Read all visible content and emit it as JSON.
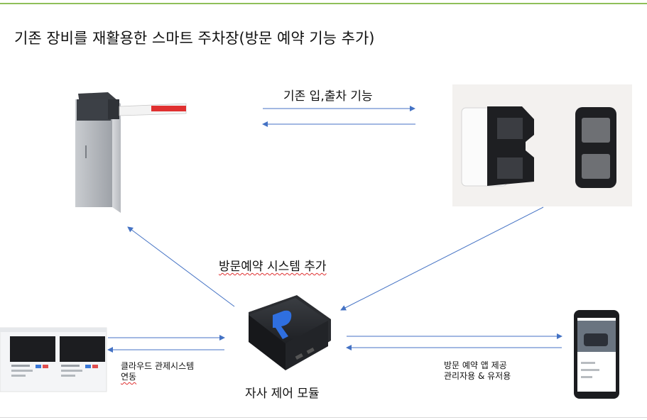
{
  "title": "기존 장비를 재활용한 스마트 주차장(방문 예약 기능 추가)",
  "labels": {
    "existing_entry_exit": "기존 입,출차 기능",
    "visit_reservation_system": "방문예약 시스템 추가",
    "cloud_control": "클라우드 관제시스템",
    "cloud_control_line2": "연동",
    "control_module": "자사 제어 모듈",
    "app_line1": "방문 예약 앱 제공",
    "app_line2": "관리자용 & 유저용"
  },
  "colors": {
    "arrow": "#4472c4",
    "accent_line": "#8fbf5a",
    "barrier_stripe": "#e03030",
    "module_logo": "#2f6fe0"
  }
}
